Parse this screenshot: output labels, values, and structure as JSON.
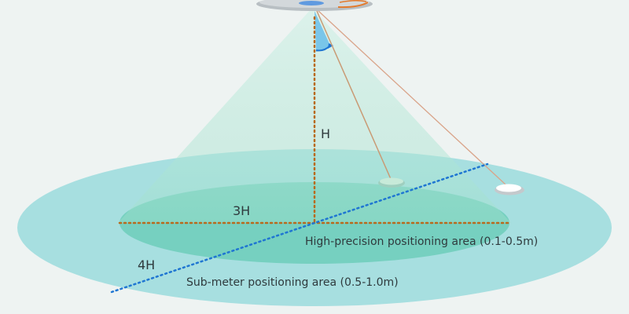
{
  "labels": {
    "height": "H",
    "radius_high": "3H",
    "radius_sub": "4H",
    "area_high": "High-precision positioning area (0.1-0.5m)",
    "area_sub": "Sub-meter positioning area (0.5-1.0m)"
  },
  "colors": {
    "background": "#eef3f2",
    "outer_ellipse": "#a7dfe0",
    "inner_ellipse": "#74cfbf",
    "cone": "#b2e6d2",
    "dotted_axis_brown": "#b86a1e",
    "dotted_axis_blue": "#1f76d2",
    "beam_line": "#c99a74",
    "angle_wedge": "#5ab8ea",
    "anchor_disk": "#9aa3a8",
    "anchor_accent": "#e37a2c"
  },
  "icons": [
    "uwb-anchor-icon",
    "positioning-tag-icon",
    "angle-arc-icon"
  ]
}
